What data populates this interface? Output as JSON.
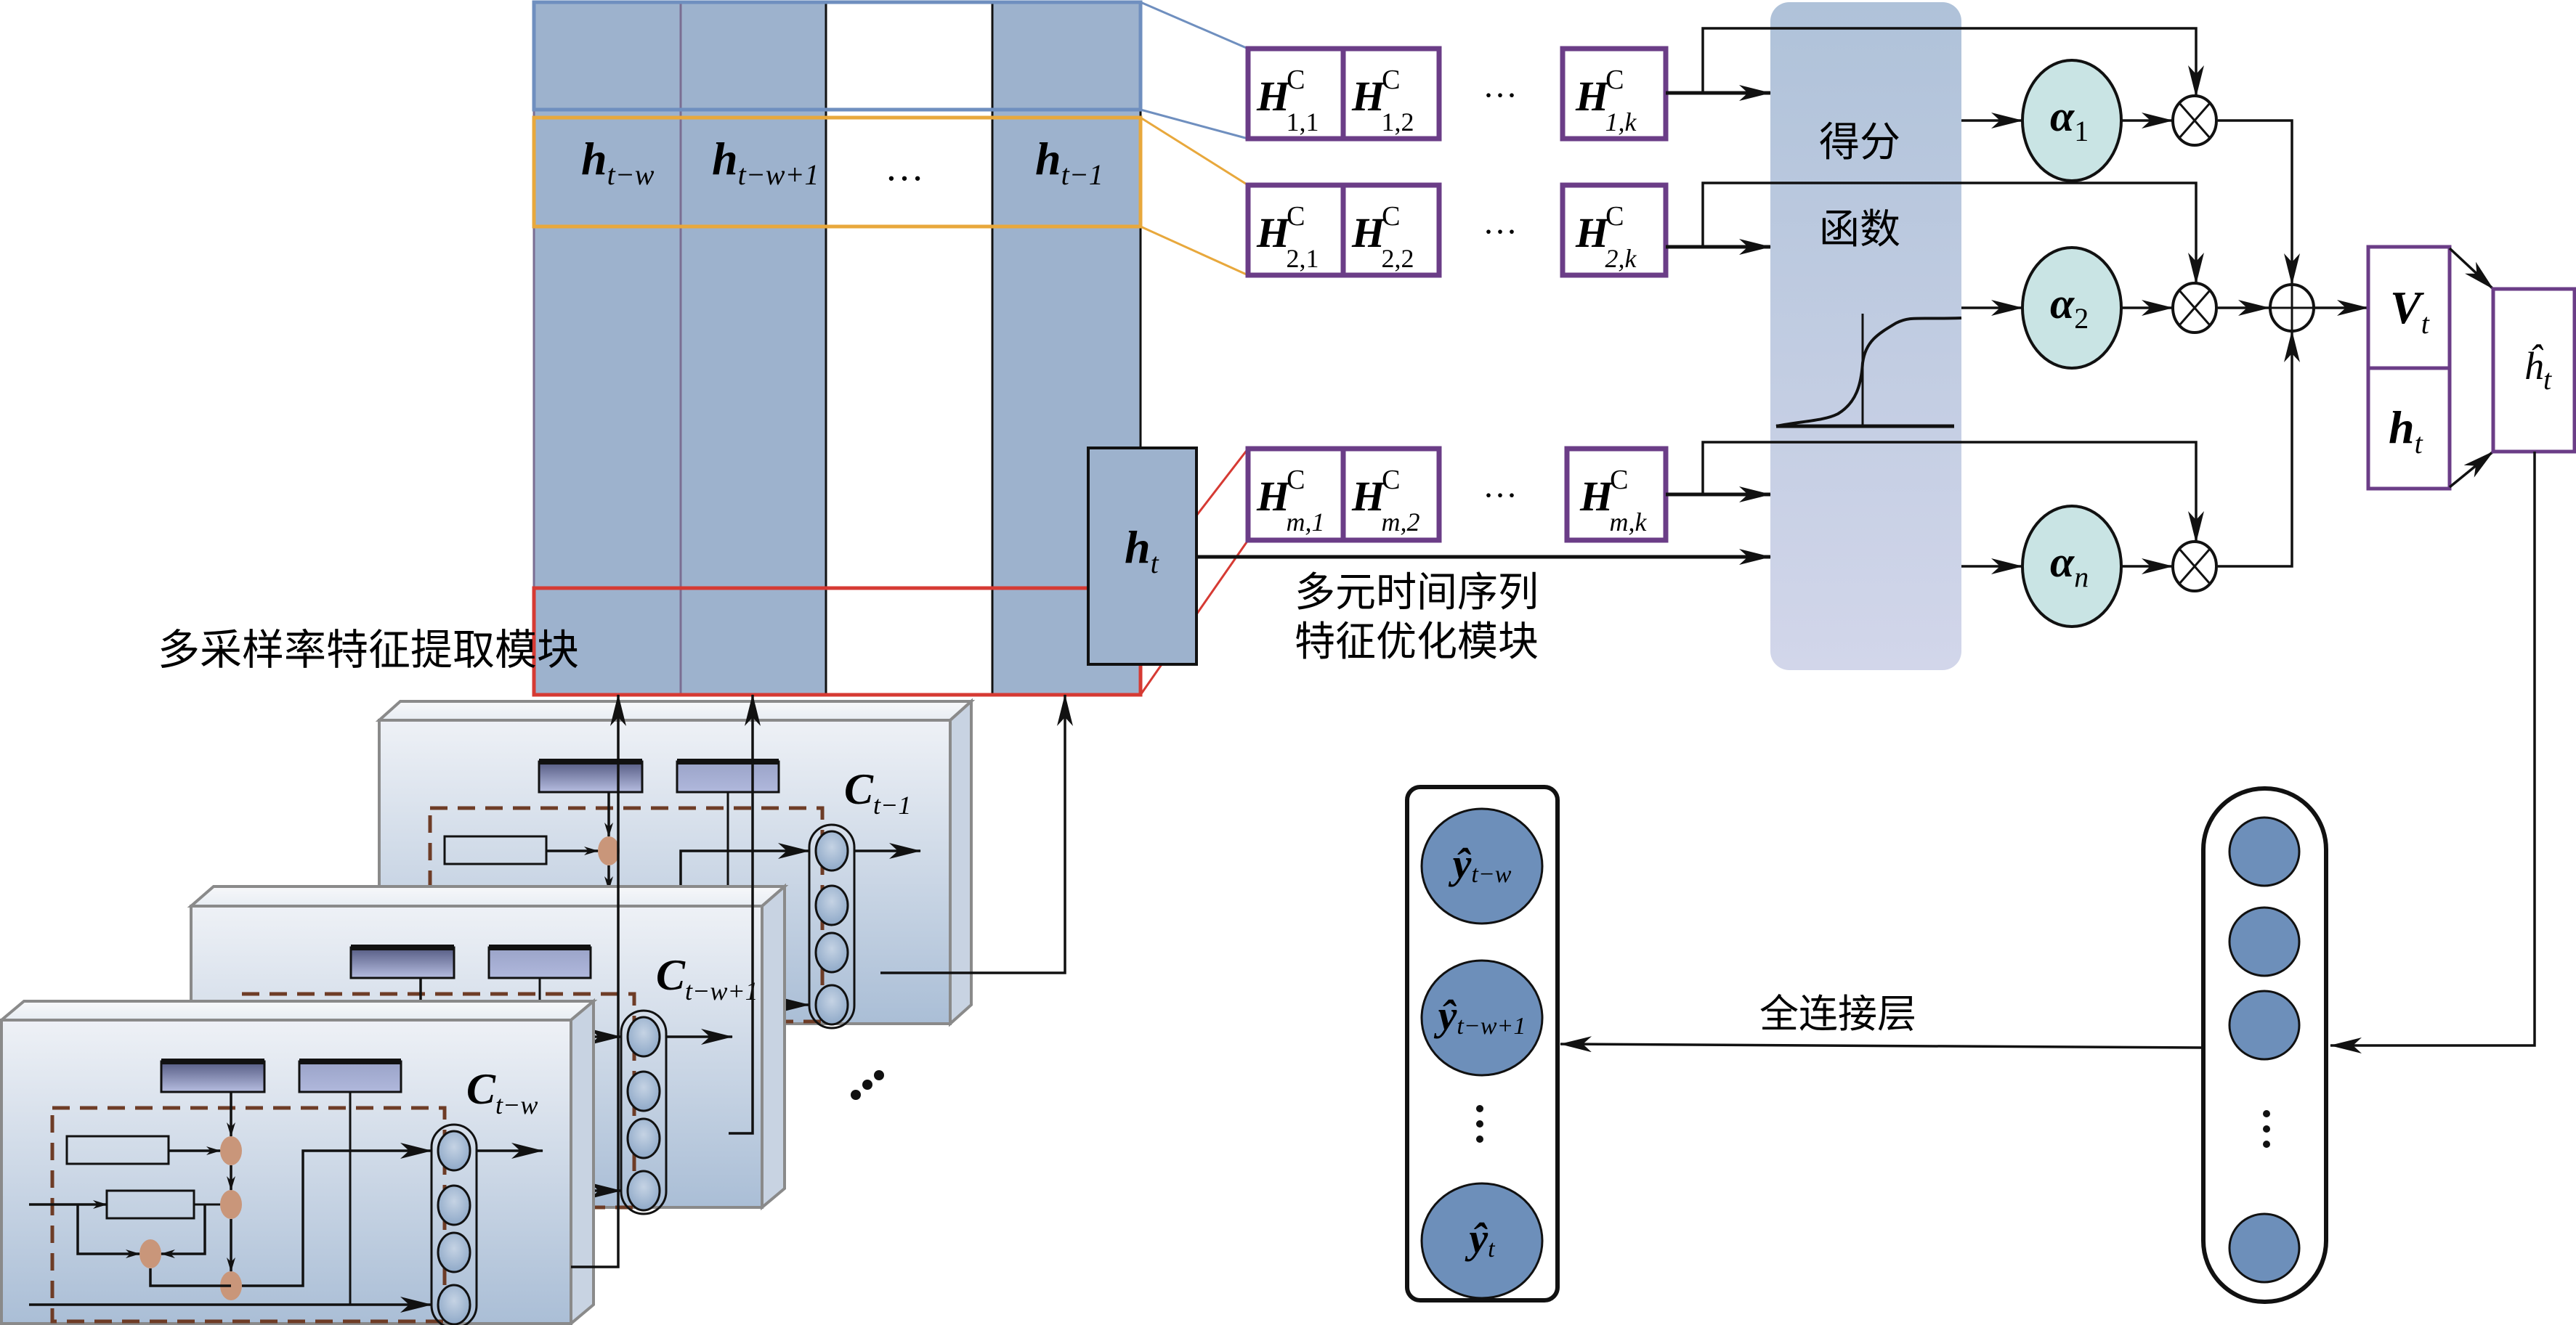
{
  "diagram": {
    "title": "Multi-sampling-rate LSTM with multivariate time series feature optimization",
    "hidden_state_matrix": {
      "columns": [
        {
          "main": "h",
          "sub": "t−w"
        },
        {
          "main": "h",
          "sub": "t−w+1"
        },
        {
          "main": "…",
          "sub": ""
        },
        {
          "main": "h",
          "sub": "t−1"
        }
      ],
      "row_highlight_colors": [
        "#6f8fbf",
        "#e8a83c",
        "#d63a33"
      ]
    },
    "convolution_rows": [
      {
        "cells": [
          {
            "main": "H",
            "sup": "C",
            "sub": "1,1"
          },
          {
            "main": "H",
            "sup": "C",
            "sub": "1,2"
          }
        ],
        "ellipsis": "···",
        "last": {
          "main": "H",
          "sup": "C",
          "sub": "1,k"
        }
      },
      {
        "cells": [
          {
            "main": "H",
            "sup": "C",
            "sub": "2,1"
          },
          {
            "main": "H",
            "sup": "C",
            "sub": "2,2"
          }
        ],
        "ellipsis": "···",
        "last": {
          "main": "H",
          "sup": "C",
          "sub": "2,k"
        }
      },
      {
        "cells": [
          {
            "main": "H",
            "sup": "C",
            "sub": "m,1"
          },
          {
            "main": "H",
            "sup": "C",
            "sub": "m,2"
          }
        ],
        "ellipsis": "···",
        "last": {
          "main": "H",
          "sup": "C",
          "sub": "m,k"
        }
      }
    ],
    "score_function": {
      "line1": "得分",
      "line2": "函数"
    },
    "attention_weights": [
      {
        "main": "α",
        "sub": "1"
      },
      {
        "main": "α",
        "sub": "2"
      },
      {
        "main": "α",
        "sub": "n"
      }
    ],
    "multiply_symbol": "⊗",
    "sum_symbol": "⊕",
    "current_hidden": {
      "main": "h",
      "sub": "t"
    },
    "concat": {
      "top": {
        "main": "V",
        "sub": "t"
      },
      "bottom": {
        "main": "h",
        "sub": "t"
      }
    },
    "output_hidden": {
      "main": "ĥ",
      "sub": "t"
    },
    "labels": {
      "feature_optimization_line1": "多元时间序列",
      "feature_optimization_line2": "特征优化模块",
      "feature_extraction": "多采样率特征提取模块",
      "fully_connected": "全连接层"
    },
    "lstm_cells": [
      {
        "main": "C",
        "sub": "t−1"
      },
      {
        "main": "C",
        "sub": "t−w+1"
      },
      {
        "main": "C",
        "sub": "t−w"
      }
    ],
    "outputs": [
      {
        "main": "ŷ",
        "sub": "t−w"
      },
      {
        "main": "ŷ",
        "sub": "t−w+1"
      },
      {
        "main": "⋮",
        "sub": ""
      },
      {
        "main": "ŷ",
        "sub": "t"
      }
    ],
    "dense_layer_ellipsis": "⋮",
    "stack_ellipsis": "⋰",
    "colors": {
      "matrix_fill": "#9db2cd",
      "h_box_border": "#6b3d87",
      "score_band": "#b3c4da",
      "alpha_fill": "#c9e4e4",
      "neuron_fill": "#6d8fba",
      "gate_node": "#c9967a",
      "dashed_border": "#6e3c26"
    }
  }
}
